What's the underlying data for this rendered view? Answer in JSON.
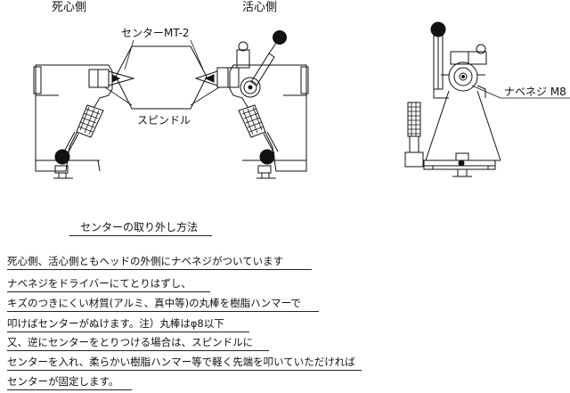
{
  "labels": {
    "dead_side": "死心側",
    "live_side": "活心側",
    "center_mt": "センターMT-2",
    "spindle": "スピンドル",
    "pan_screw": "ナベネジ M8"
  },
  "notes": {
    "title": "センターの取り外し方法",
    "lines": [
      "死心側、活心側ともヘッドの外側にナベネジがついています",
      "ナベネジをドライバーにてとりはずし、",
      "キズのつきにくい材質(アルミ、真中等)の丸棒を樹脂ハンマーで",
      "叩けばセンターがぬけます。注）丸棒はφ8以下",
      " 又、逆にセンターをとりつける場合は、スピンドルに",
      "センターを入れ、柔らかい樹脂ハンマー等で軽く先端を叩いていただければ",
      "センターが固定します。"
    ]
  }
}
